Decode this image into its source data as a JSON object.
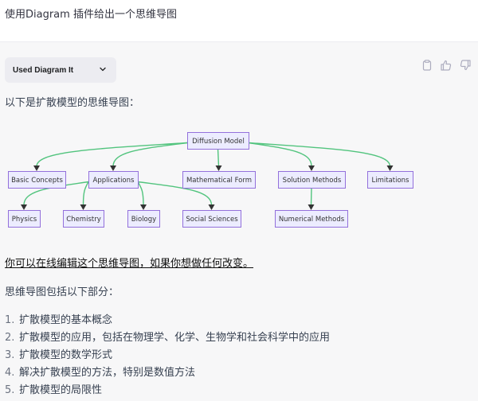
{
  "user_message": "使用Diagram 插件给出一个思维导图",
  "plugin": {
    "label": "Used Diagram It",
    "icon": "chevron-down-icon"
  },
  "message_actions": [
    {
      "name": "copy-button",
      "icon": "clipboard-icon"
    },
    {
      "name": "thumbs-up-button",
      "icon": "thumbs-up-icon"
    },
    {
      "name": "thumbs-down-button",
      "icon": "thumbs-down-icon"
    }
  ],
  "intro": "以下是扩散模型的思维导图：",
  "diagram": {
    "type": "flowchart-TD",
    "colors": {
      "node_fill": "#ECECFF",
      "node_stroke": "#9370DB",
      "edge": "#52c47e",
      "arrow": "#333333"
    },
    "nodes": [
      {
        "id": "root",
        "label": "Diffusion Model"
      },
      {
        "id": "basic",
        "label": "Basic Concepts"
      },
      {
        "id": "apps",
        "label": "Applications"
      },
      {
        "id": "math",
        "label": "Mathematical Form"
      },
      {
        "id": "solution",
        "label": "Solution Methods"
      },
      {
        "id": "limits",
        "label": "Limitations"
      },
      {
        "id": "physics",
        "label": "Physics"
      },
      {
        "id": "chem",
        "label": "Chemistry"
      },
      {
        "id": "bio",
        "label": "Biology"
      },
      {
        "id": "social",
        "label": "Social Sciences"
      },
      {
        "id": "numerical",
        "label": "Numerical Methods"
      }
    ],
    "edges": [
      [
        "root",
        "basic"
      ],
      [
        "root",
        "apps"
      ],
      [
        "root",
        "math"
      ],
      [
        "root",
        "solution"
      ],
      [
        "root",
        "limits"
      ],
      [
        "apps",
        "physics"
      ],
      [
        "apps",
        "chem"
      ],
      [
        "apps",
        "bio"
      ],
      [
        "apps",
        "social"
      ],
      [
        "solution",
        "numerical"
      ]
    ]
  },
  "edit_link": "你可以在线编辑这个思维导图，如果你想做任何改变。",
  "parts_intro": "思维导图包括以下部分：",
  "parts": [
    {
      "num": "1.",
      "text": "扩散模型的基本概念"
    },
    {
      "num": "2.",
      "text": "扩散模型的应用，包括在物理学、化学、生物学和社会科学中的应用"
    },
    {
      "num": "3.",
      "text": "扩散模型的数学形式"
    },
    {
      "num": "4.",
      "text": "解决扩散模型的方法，特别是数值方法"
    },
    {
      "num": "5.",
      "text": "扩散模型的局限性"
    }
  ]
}
